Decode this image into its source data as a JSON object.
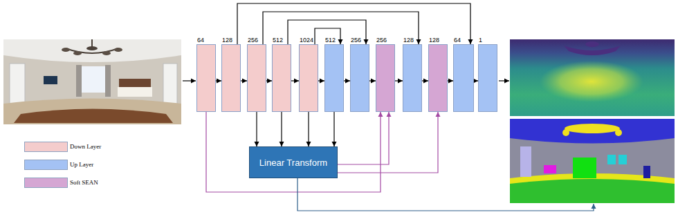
{
  "diagram": {
    "nodes": [
      {
        "text": [
          "64"
        ]
      },
      {
        "text": [
          "128"
        ]
      },
      {
        "text": [
          "256"
        ]
      },
      {
        "text": [
          "512"
        ]
      },
      {
        "text": [
          "1024"
        ]
      },
      {
        "text": [
          "512"
        ]
      },
      {
        "text": [
          "256"
        ]
      },
      {
        "text": [
          "256"
        ]
      },
      {
        "text": [
          "128"
        ]
      },
      {
        "text": [
          "128"
        ]
      },
      {
        "text": [
          "64"
        ]
      },
      {
        "text": [
          "1"
        ]
      },
      {
        "text": [
          "Linear Transform"
        ]
      }
    ],
    "edges": [
      {
        "from": 0,
        "to": 1,
        "arrow": "to"
      },
      {
        "from": 1,
        "to": 2,
        "arrow": "to"
      },
      {
        "from": 2,
        "to": 3,
        "arrow": "to"
      },
      {
        "from": 3,
        "to": 4,
        "arrow": "to"
      },
      {
        "from": 4,
        "to": 5,
        "arrow": "to"
      },
      {
        "from": 5,
        "to": 6,
        "arrow": "to"
      },
      {
        "from": 6,
        "to": 7,
        "arrow": "to"
      },
      {
        "from": 7,
        "to": 8,
        "arrow": "to"
      },
      {
        "from": 8,
        "to": 9,
        "arrow": "to"
      },
      {
        "from": 9,
        "to": 10,
        "arrow": "to"
      },
      {
        "from": 10,
        "to": 11,
        "arrow": "to"
      },
      {
        "from": 1,
        "to": 10,
        "arrow": "to"
      },
      {
        "from": 2,
        "to": 8,
        "arrow": "to"
      },
      {
        "from": 3,
        "to": 6,
        "arrow": "to"
      },
      {
        "from": 4,
        "to": 5,
        "arrow": "to"
      },
      {
        "from": 2,
        "to": 12,
        "arrow": "to"
      },
      {
        "from": 3,
        "to": 12,
        "arrow": "to"
      },
      {
        "from": 4,
        "to": 12,
        "arrow": "to"
      },
      {
        "from": 5,
        "to": 12,
        "arrow": "to"
      },
      {
        "from": 12,
        "to": 7,
        "arrow": "to"
      },
      {
        "from": 12,
        "to": 9,
        "arrow": "to"
      },
      {
        "from": 0,
        "to": 7,
        "arrow": "to"
      }
    ],
    "legend": [
      {
        "text": "Down Layer",
        "color": "#f4cccc"
      },
      {
        "text": "Up Layer",
        "color": "#a4c2f4"
      },
      {
        "text": "Soft SEAN",
        "color": "#d5a6d3"
      }
    ]
  }
}
